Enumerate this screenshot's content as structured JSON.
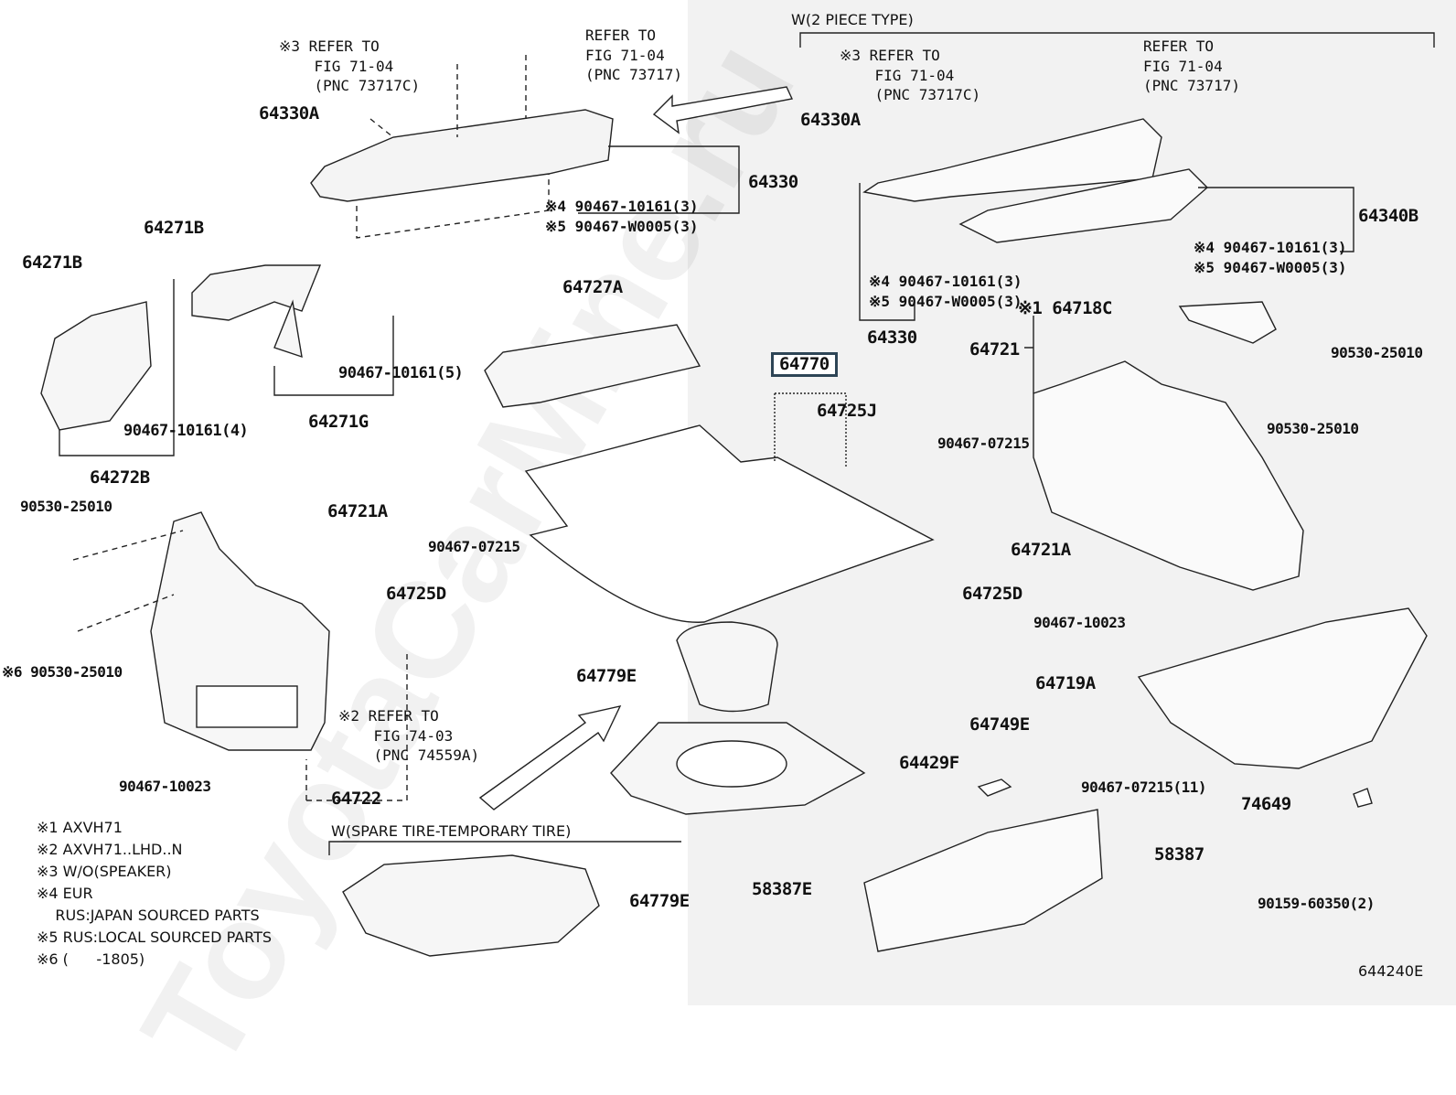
{
  "diagram_id": "644240E",
  "watermark": "ToyotaCarMine.ru",
  "groups": {
    "two_piece": "W(2 PIECE TYPE)",
    "spare_tire": "W(SPARE TIRE-TEMPORARY TIRE)"
  },
  "highlighted_part": "64770",
  "callouts": {
    "ref_c_left": "※3 REFER TO\n    FIG 71-04\n    (PNC 73717C)",
    "ref_left": "REFER TO\nFIG 71-04\n(PNC 73717)",
    "ref_c_right": "※3 REFER TO\n    FIG 71-04\n    (PNC 73717C)",
    "ref_right": "REFER TO\nFIG 71-04\n(PNC 73717)",
    "ref_74_03": "※2 REFER TO\n    FIG 74-03\n    (PNC 74559A)"
  },
  "labels": {
    "p64330A_l": "64330A",
    "p64330_l": "64330",
    "clip_l_top": "※4 90467-10161(3)\n※5 90467-W0005(3)",
    "p64271B_a": "64271B",
    "p64271B_b": "64271B",
    "p90467_10161_5": "90467-10161(5)",
    "p90467_10161_4": "90467-10161(4)",
    "p64271G": "64271G",
    "p64272B": "64272B",
    "p64727A": "64727A",
    "p64725J": "64725J",
    "p90530_a": "90530-25010",
    "p64721A_l": "64721A",
    "p90467_07215_l": "90467-07215",
    "p64725D_l": "64725D",
    "p90530_6": "※6 90530-25010",
    "p90467_10023_l": "90467-10023",
    "p64722": "64722",
    "p64779E_a": "64779E",
    "p64429F": "64429F",
    "p64779E_b": "64779E",
    "p64330A_r": "64330A",
    "p64340B": "64340B",
    "clip_r_a": "※4 90467-10161(3)\n※5 90467-W0005(3)",
    "clip_r_b": "※4 90467-10161(3)\n※5 90467-W0005(3)",
    "p64330_r": "64330",
    "p64718C": "※1 64718C",
    "p64721": "64721",
    "p90530_r1": "90530-25010",
    "p90530_r2": "90530-25010",
    "p90467_07215_r": "90467-07215",
    "p64721A_r": "64721A",
    "p64725D_r": "64725D",
    "p90467_10023_r": "90467-10023",
    "p64719A": "64719A",
    "p90467_07215_11": "90467-07215(11)",
    "p64749E": "64749E",
    "p74649": "74649",
    "p58387": "58387",
    "p58387E": "58387E",
    "p90159": "90159-60350(2)"
  },
  "notes": [
    "※1 AXVH71",
    "※2 AXVH71..LHD..N",
    "※3 W/O(SPEAKER)",
    "※4 EUR",
    "    RUS:JAPAN SOURCED PARTS",
    "※5 RUS:LOCAL SOURCED PARTS",
    "※6 (      -1805)"
  ]
}
